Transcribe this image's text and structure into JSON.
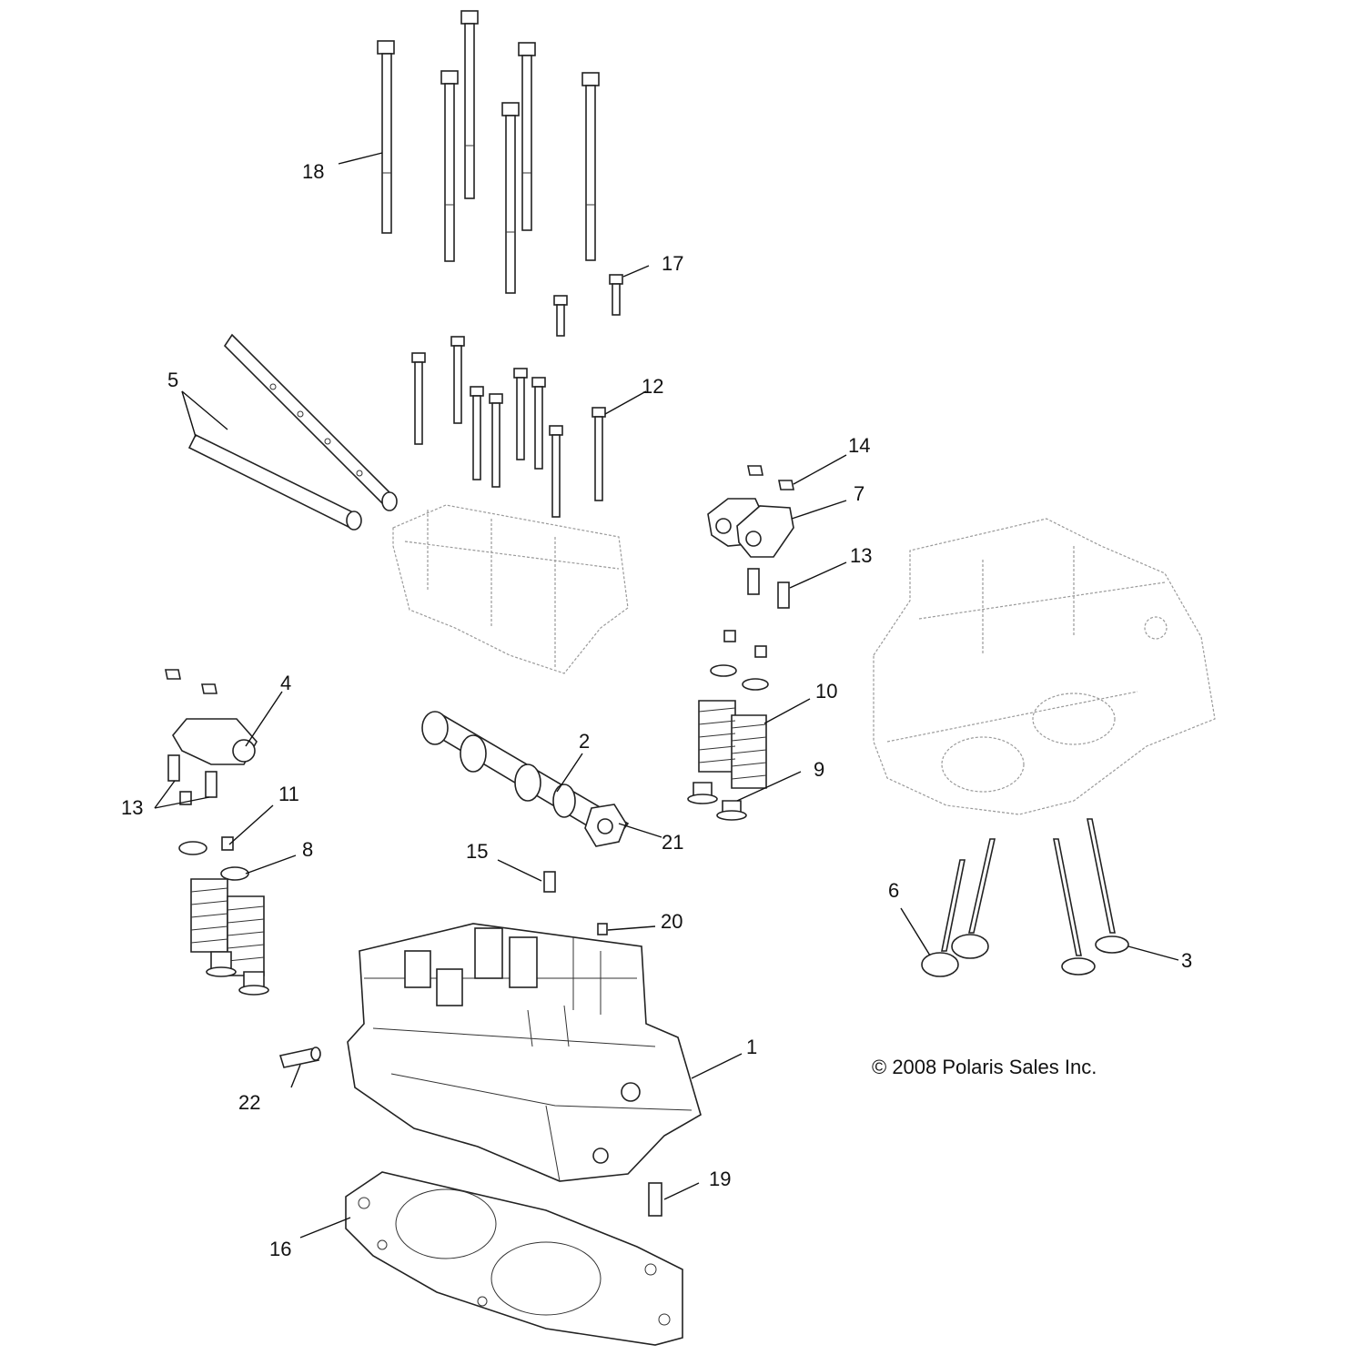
{
  "copyright": "© 2008 Polaris Sales Inc.",
  "callouts": [
    "1",
    "2",
    "3",
    "4",
    "5",
    "6",
    "7",
    "8",
    "9",
    "10",
    "11",
    "12",
    "13",
    "14",
    "15",
    "16",
    "17",
    "18",
    "19",
    "20",
    "21",
    "22"
  ]
}
